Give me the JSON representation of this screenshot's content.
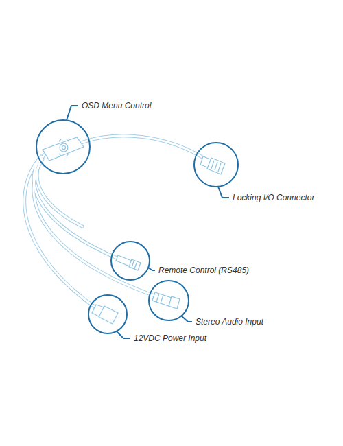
{
  "diagram": {
    "labels": [
      "OSD Menu Control",
      "Locking I/O Connector",
      "Remote Control (RS485)",
      "Stereo Audio Input",
      "12VDC Power Input"
    ]
  }
}
